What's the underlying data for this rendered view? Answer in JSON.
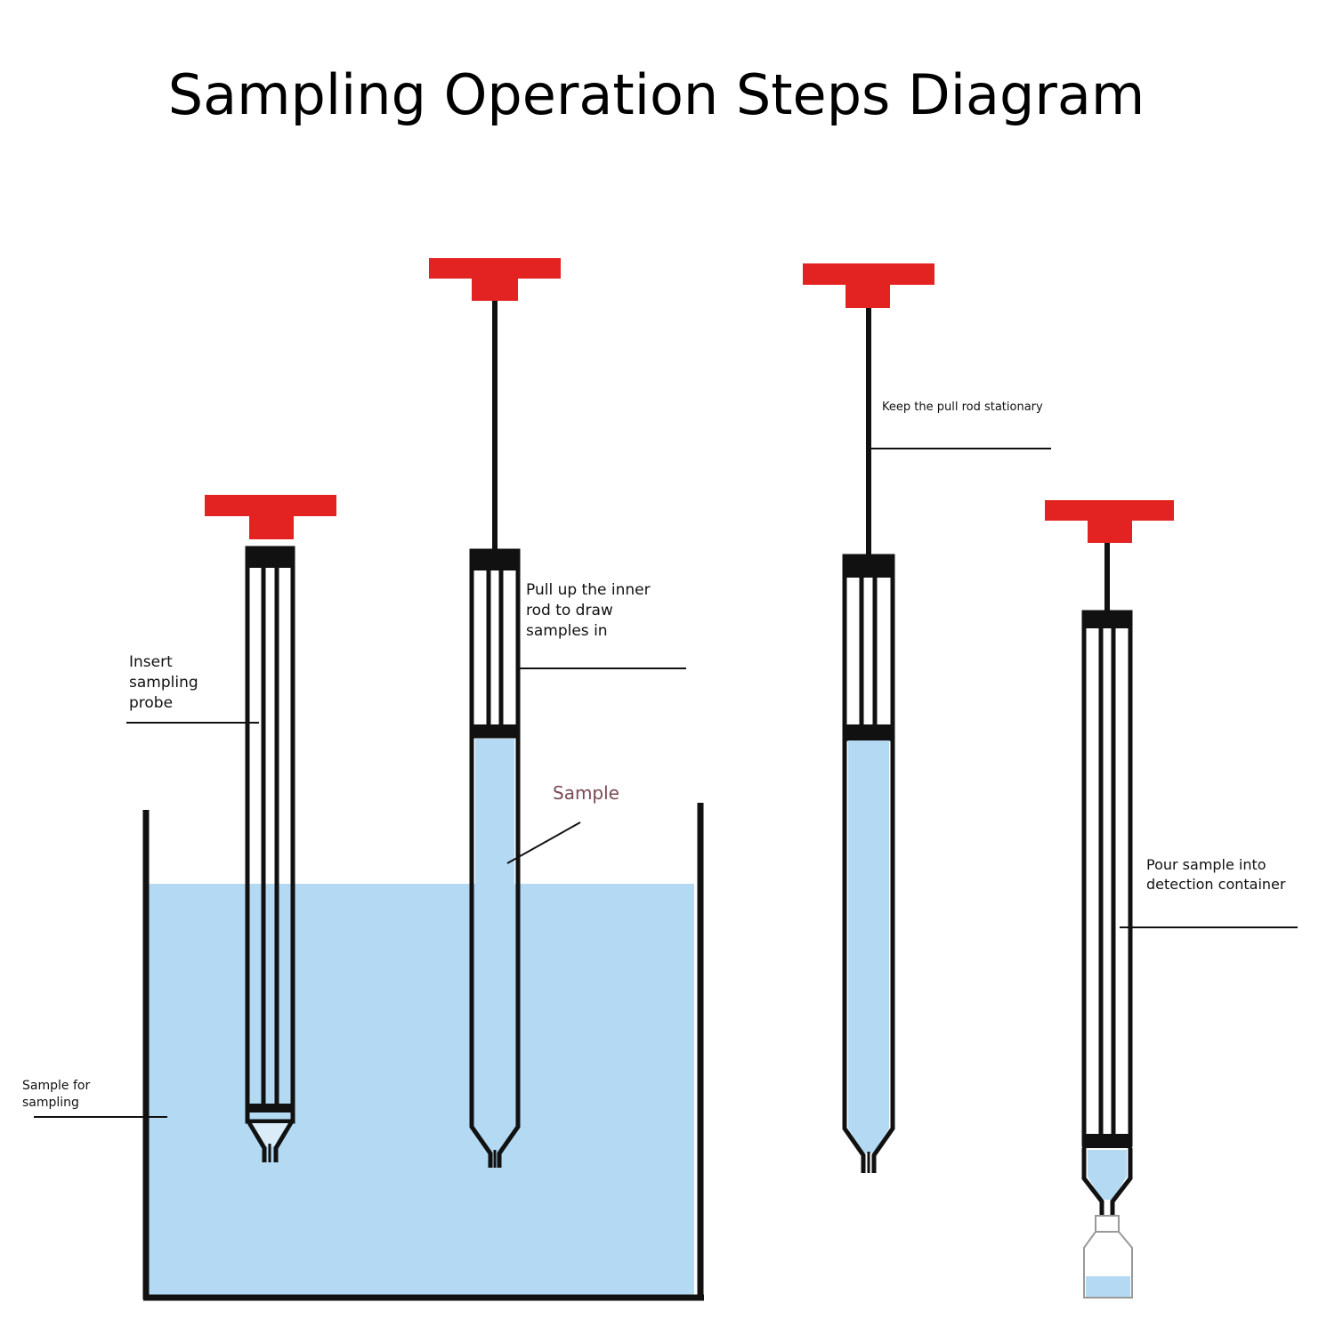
{
  "title": "Sampling Operation Steps Diagram",
  "labels": {
    "insert_probe": "Insert\nsampling\nprobe",
    "pull_up": "Pull up the inner\nrod to draw\nsamples in",
    "sample": "Sample",
    "keep_stationary": "Keep the pull rod stationary",
    "pour_sample": "Pour sample into\ndetection container",
    "sample_for_sampling": "Sample for\nsampling"
  },
  "colors": {
    "handle": "#e32322",
    "liquid": "#b4d9f2",
    "outline": "#111111"
  }
}
